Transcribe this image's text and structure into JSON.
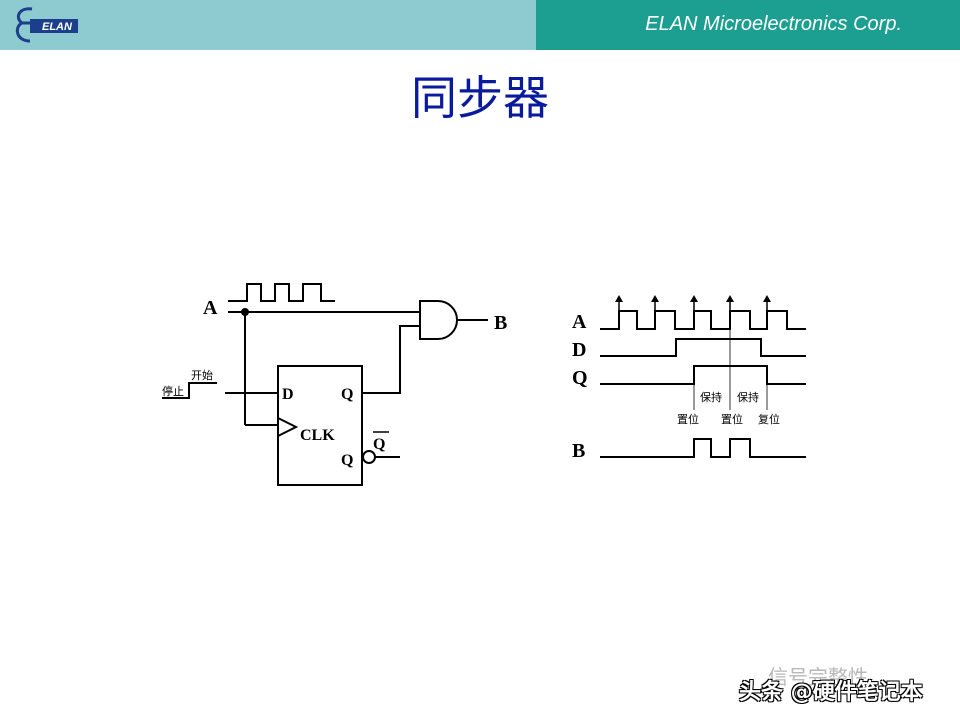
{
  "header": {
    "logo_text": "ELAN",
    "company": "ELAN Microelectronics Corp."
  },
  "title": "同步器",
  "circuit": {
    "input_a": "A",
    "output_b": "B",
    "start_label": "开始",
    "stop_label": "停止",
    "ff_d": "D",
    "ff_q": "Q",
    "ff_clk": "CLK",
    "ff_qbar": "Q",
    "ff_qbar_bar": "Q"
  },
  "timing": {
    "signals": [
      "A",
      "D",
      "Q",
      "B"
    ],
    "hold_labels": [
      "保持",
      "保持"
    ],
    "event_labels": [
      "置位",
      "置位",
      "复位"
    ]
  },
  "watermark": {
    "faint": "信号完整性",
    "main": "头条 @硬件笔记本"
  },
  "colors": {
    "header_left": "#8ecbd0",
    "header_right": "#1c9e90",
    "title": "#0a1a9c"
  }
}
